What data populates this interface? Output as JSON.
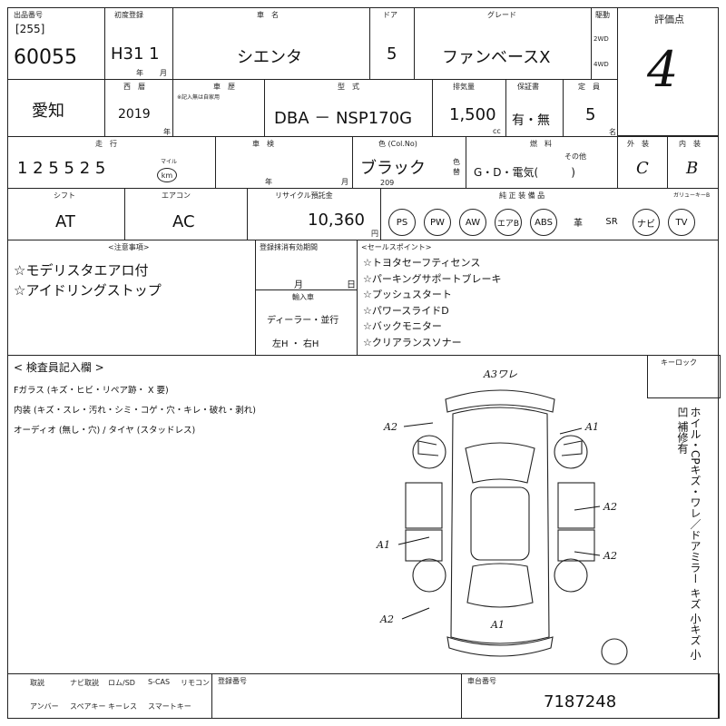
{
  "header": {
    "lot_label": "出品番号",
    "lot_sub": "[255]",
    "lot_number": "60055",
    "first_reg_label": "初度登録",
    "first_reg_value": "H31 1",
    "year_unit": "年",
    "month_unit": "月",
    "car_name_label": "車　名",
    "car_name": "シエンタ",
    "door_label": "ドア",
    "door_value": "5",
    "grade_label": "グレード",
    "grade_value": "ファンベースX",
    "drive_label": "駆動",
    "drive_2wd": "2WD",
    "drive_4wd": "4WD",
    "score_label": "評価点",
    "score_value": "4"
  },
  "row2": {
    "region": "愛知",
    "year_label": "西　暦",
    "year_value": "2019",
    "year_suffix": "年",
    "history_label": "車　歴",
    "history_sub": "※記入無は自家用",
    "model_label": "型　式",
    "model_value": "DBA － NSP170G",
    "displacement_label": "排気量",
    "displacement_value": "1,500",
    "cc": "cc",
    "warranty_label": "保証書",
    "warranty_value": "有・無",
    "capacity_label": "定　員",
    "capacity_value": "5",
    "capacity_unit": "名"
  },
  "row3": {
    "mileage_label": "走　行",
    "mileage_value": "1 2 5  5 2 5",
    "mileage_unit_mile": "マイル",
    "mileage_unit_km": "km",
    "inspection_label": "車　検",
    "inspection_year": "年",
    "inspection_month": "月",
    "color_label": "色 (Col.No)",
    "color_value": "ブラック",
    "color_no": "209",
    "color_change": "色替",
    "fuel_label": "燃　料",
    "fuel_value": "G・D・電気(　　　)",
    "fuel_other": "その他",
    "exterior_label": "外　装",
    "exterior_value": "C",
    "interior_label": "内　装",
    "interior_value": "B"
  },
  "row4": {
    "shift_label": "シフト",
    "shift_value": "AT",
    "ac_label": "エアコン",
    "ac_value": "AC",
    "recycle_label": "リサイクル預託金",
    "recycle_value": "10,360",
    "recycle_unit": "円",
    "equip_label": "純 正 装 備 品",
    "equip_items": [
      "PS",
      "PW",
      "AW",
      "エアB",
      "ABS",
      "革",
      "SR",
      "ナビ",
      "TV"
    ],
    "garage_label": "ガリューキーB"
  },
  "notes": {
    "caution_label": "<注意事項>",
    "caution_items": [
      "☆モデリスタエアロ付",
      "☆アイドリングストップ"
    ],
    "reg_expiry_label": "登録抹消有効期間",
    "reg_month": "月",
    "reg_day": "日",
    "import_label": "輸入車",
    "import_value": "ディーラー・並行",
    "handle_value": "左H ・ 右H",
    "sales_label": "<セールスポイント>",
    "sales_items": [
      "☆トヨタセーフティセンス",
      "☆パーキングサポートブレーキ",
      "☆プッシュスタート",
      "☆パワースライドD",
      "☆バックモニター",
      "☆クリアランスソナー"
    ]
  },
  "inspection": {
    "title": "< 検査員記入欄 >",
    "lines": [
      "Fガラス (キズ・ヒビ・リペア跡・ X 要)",
      "内装 (キズ・スレ・汚れ・シミ・コゲ・穴・キレ・破れ・剥れ)",
      "オーディオ (無し・穴) / タイヤ (スタッドレス)"
    ],
    "keylock_label": "キーロック",
    "side_text": "ホイル・CPキズ・ワレ／ドアミラー キズ 小キズ 小凹 補修有",
    "map_marks": [
      "A3ワレ",
      "A2",
      "A1",
      "A2",
      "A1",
      "A2",
      "A2",
      "A1"
    ]
  },
  "footer": {
    "items": [
      "取説",
      "ナビ取説",
      "ロム/SD",
      "S-CAS",
      "リモコン",
      "アンバー",
      "スペアキー",
      "キーレス",
      "スマートキー"
    ],
    "reg_no_label": "登録番号",
    "chassis_label": "車台番号",
    "chassis_value": "7187248"
  }
}
